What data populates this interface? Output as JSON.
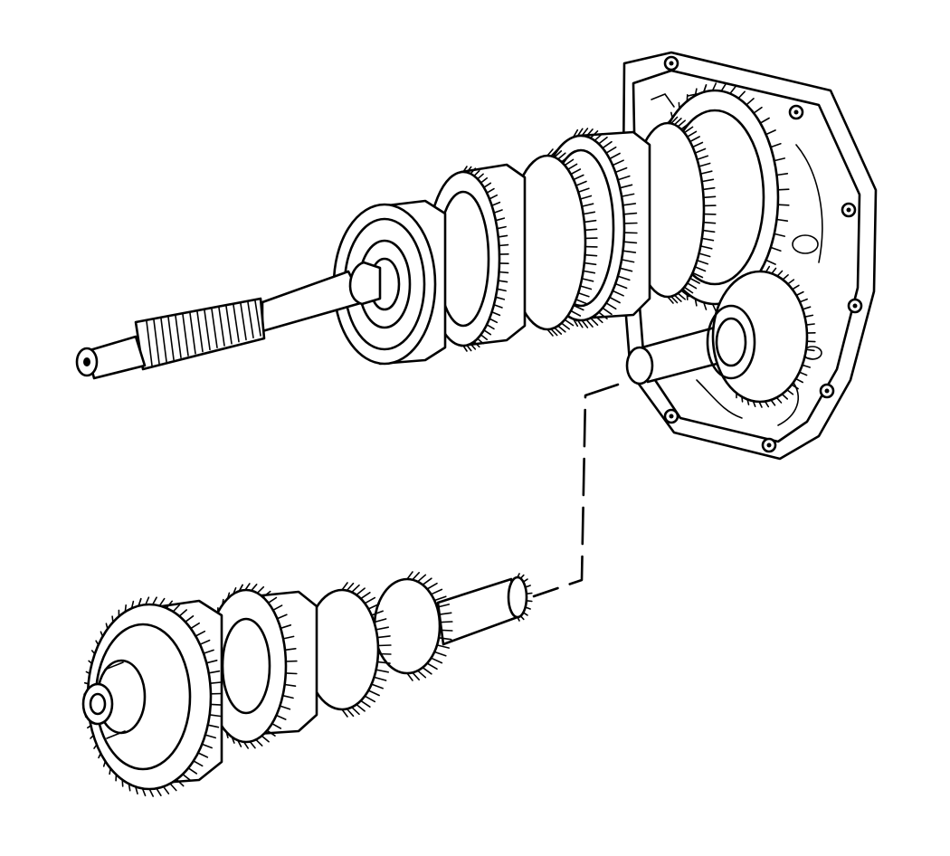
{
  "illustration": {
    "style": "black line art on white",
    "colors": {
      "ink": "#000000",
      "background": "#ffffff"
    },
    "parts": [
      {
        "name": "transmission-housing-plate"
      },
      {
        "name": "mainshaft-assembly"
      },
      {
        "name": "countershaft-gear-cluster"
      },
      {
        "name": "alignment-leader-line"
      }
    ]
  }
}
